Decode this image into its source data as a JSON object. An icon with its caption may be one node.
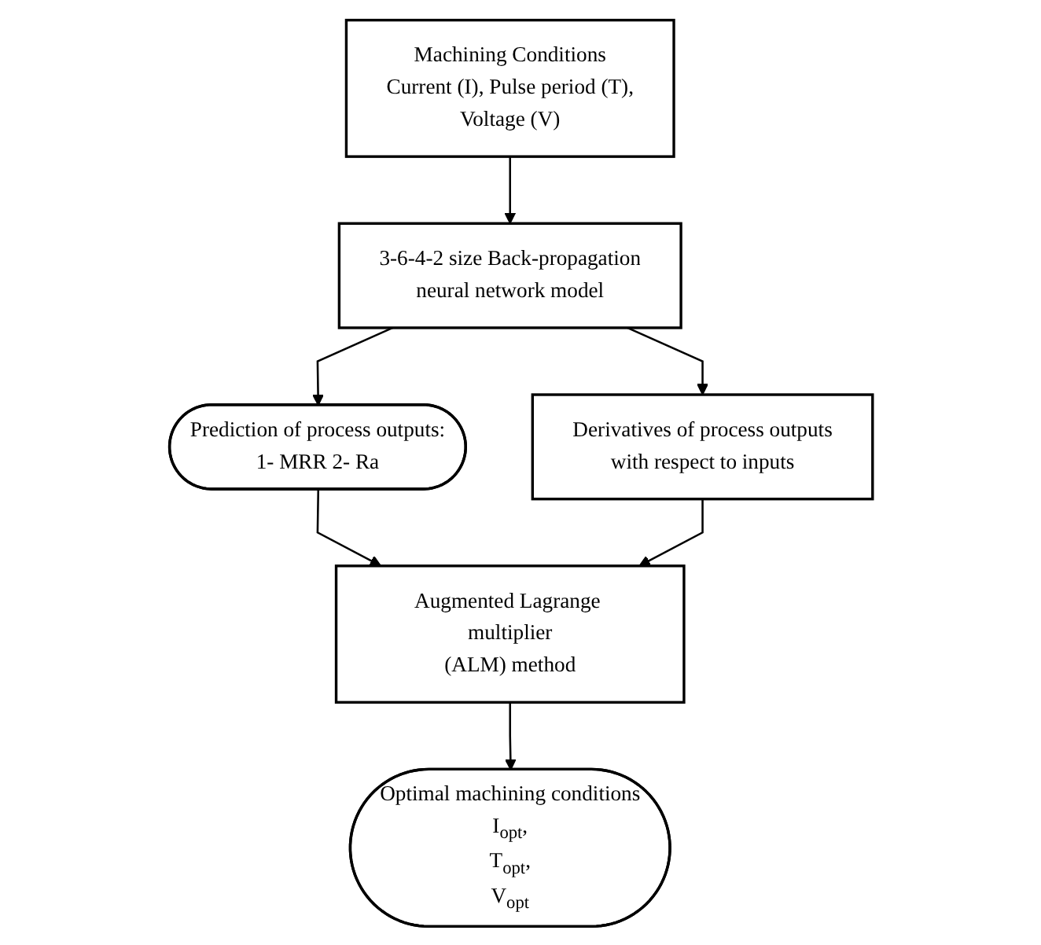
{
  "diagram": {
    "nodes": [
      {
        "text": [
          "Machining Conditions",
          "Current (I), Pulse period (T), Voltage (V)"
        ]
      },
      {
        "text": [
          "3-6-4-2 size Back-propagation neural network model"
        ]
      },
      {
        "text": [
          "Prediction of process outputs: 1- MRR 2- Ra"
        ]
      },
      {
        "text": [
          "Derivatives of process outputs with respect to inputs"
        ]
      },
      {
        "text": [
          "Augmented Lagrange multiplier (ALM) method"
        ]
      },
      {
        "text": [
          "Optimal machining conditions",
          "I$_{opt}$, T$_{opt}$, V$_{opt}$"
        ]
      }
    ],
    "edges": [
      {
        "from": 0,
        "to": 1,
        "arrow": "to"
      },
      {
        "from": 1,
        "to": 2,
        "arrow": "to"
      },
      {
        "from": 1,
        "to": 3,
        "arrow": "to"
      },
      {
        "from": 2,
        "to": 4,
        "arrow": "to"
      },
      {
        "from": 3,
        "to": 4,
        "arrow": "to"
      },
      {
        "from": 4,
        "to": 5,
        "arrow": "to"
      }
    ]
  }
}
